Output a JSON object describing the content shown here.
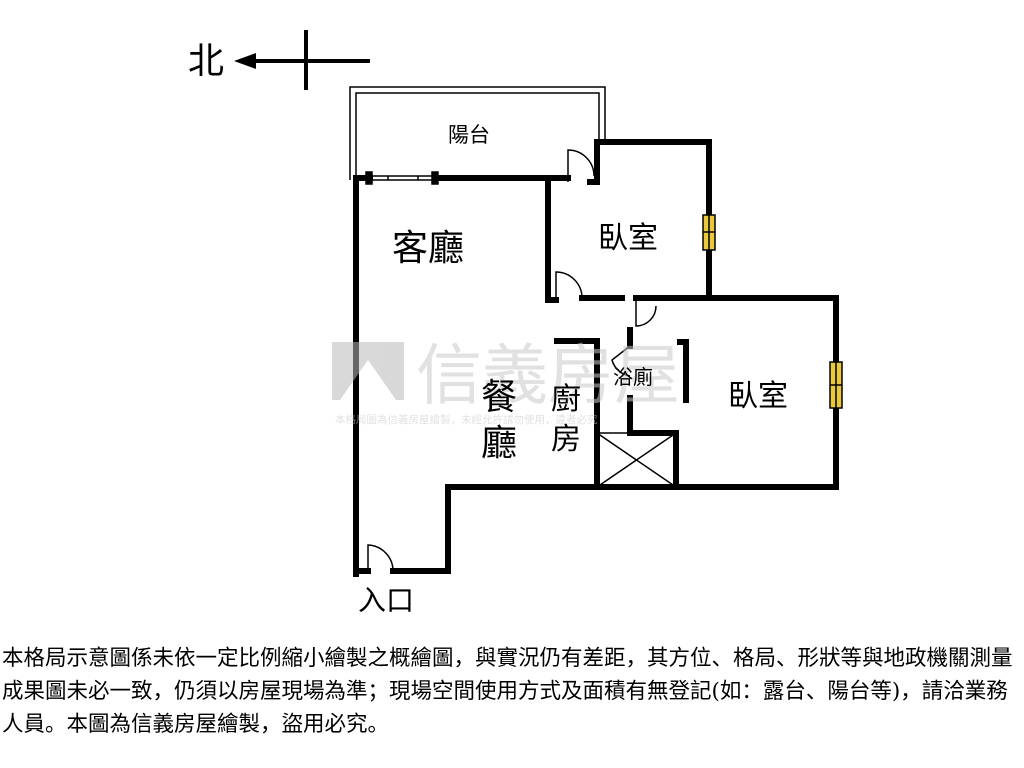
{
  "compass": {
    "north_label": "北"
  },
  "rooms": {
    "balcony": "陽台",
    "living_room": "客廳",
    "bedroom_1": "臥室",
    "bedroom_2": "臥室",
    "dining_1": "餐",
    "dining_2": "廳",
    "kitchen_1": "廚",
    "kitchen_2": "房",
    "bathroom": "浴廁",
    "entrance": "入口"
  },
  "watermark": {
    "brand": "信義房屋",
    "notice": "本格局圖為信義房屋繪製，未經允許請勿使用，違者必究"
  },
  "disclaimer": "本格局示意圖係未依一定比例縮小繪製之概繪圖，與實況仍有差距，其方位、格局、形狀等與地政機關測量成果圖未必一致，仍須以房屋現場為準；現場空間使用方式及面積有無登記(如：露台、陽台等)，請洽業務人員。本圖為信義房屋繪製，盜用必究。"
}
